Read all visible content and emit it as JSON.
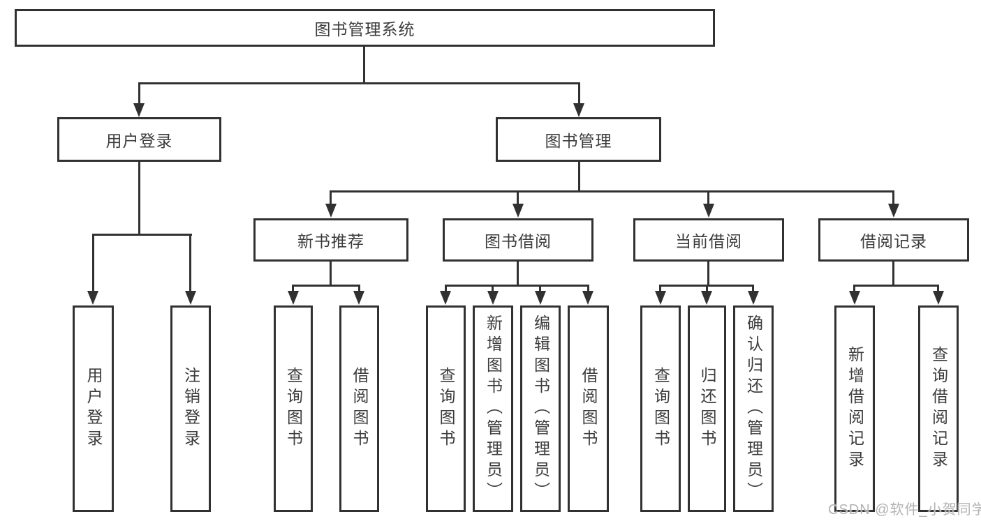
{
  "diagram": {
    "root": {
      "label": "图书管理系统"
    },
    "level2": [
      {
        "label": "用户登录"
      },
      {
        "label": "图书管理"
      }
    ],
    "level3": [
      {
        "label": "新书推荐"
      },
      {
        "label": "图书借阅"
      },
      {
        "label": "当前借阅"
      },
      {
        "label": "借阅记录"
      }
    ],
    "leaves": [
      {
        "label": "用户登录"
      },
      {
        "label": "注销登录"
      },
      {
        "label": "查询图书"
      },
      {
        "label": "借阅图书"
      },
      {
        "label": "查询图书"
      },
      {
        "label": "新增图书（管理员）"
      },
      {
        "label": "编辑图书（管理员）"
      },
      {
        "label": "借阅图书"
      },
      {
        "label": "查询图书"
      },
      {
        "label": "归还图书"
      },
      {
        "label": "确认归还（管理员）"
      },
      {
        "label": "新增借阅记录"
      },
      {
        "label": "查询借阅记录"
      }
    ]
  },
  "watermark": {
    "text": "CSDN @软件_小贺同学"
  },
  "colors": {
    "line": "#313131",
    "text": "#3c3c3c",
    "watermark": "#b3b3b3",
    "background": "#ffffff"
  }
}
